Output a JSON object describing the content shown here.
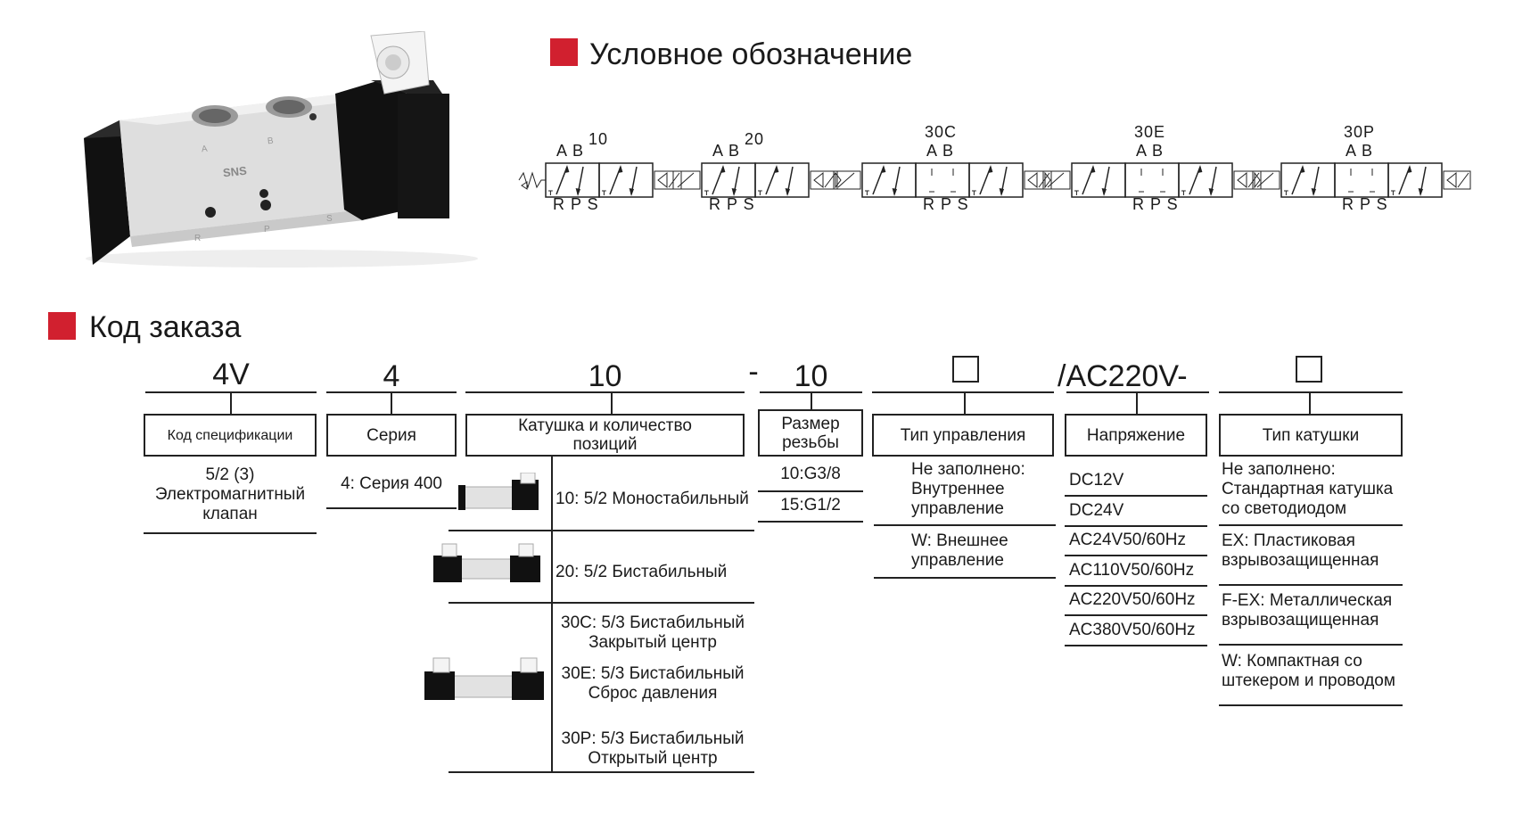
{
  "symbols_section": {
    "title": "Условное обозначение",
    "items": [
      {
        "code": "10",
        "ports_top": "A B",
        "ports_bottom": "R P S"
      },
      {
        "code": "20",
        "ports_top": "A B",
        "ports_bottom": "R P S"
      },
      {
        "code": "30C",
        "ports_top": "A B",
        "ports_bottom": "R P S"
      },
      {
        "code": "30E",
        "ports_top": "A B",
        "ports_bottom": "R P S"
      },
      {
        "code": "30P",
        "ports_top": "A B",
        "ports_bottom": "R P S"
      }
    ]
  },
  "product_photo": {
    "brand": "SNS",
    "port_labels": [
      "A",
      "B",
      "R",
      "P",
      "S"
    ]
  },
  "order_section": {
    "title": "Код заказа",
    "code_parts": [
      "4V",
      "4",
      "10",
      "-",
      "10",
      "/AC220V-"
    ],
    "columns": {
      "spec": {
        "header": "Код спецификации",
        "rows": [
          "5/2 (3)\nЭлектромагнитный\nклапан"
        ]
      },
      "series": {
        "header": "Серия",
        "rows": [
          "4: Серия 400"
        ]
      },
      "coil_positions": {
        "header": "Катушка и количество\nпозиций",
        "rows": [
          "10: 5/2 Моностабильный",
          "20: 5/2 Бистабильный",
          "30C: 5/3 Бистабильный\nЗакрытый центр",
          "30E: 5/3 Бистабильный\nСброс давления",
          "30P: 5/3 Бистабильный\nОткрытый центр"
        ]
      },
      "thread": {
        "header": "Размер\nрезьбы",
        "rows": [
          "10:G3/8",
          "15:G1/2"
        ]
      },
      "control": {
        "header": "Тип управления",
        "rows": [
          "Не заполнено:\nВнутреннее\nуправление",
          "W: Внешнее\nуправление"
        ]
      },
      "voltage": {
        "header": "Напряжение",
        "rows": [
          "DC12V",
          "DC24V",
          "AC24V50/60Hz",
          "AC110V50/60Hz",
          "AC220V50/60Hz",
          "AC380V50/60Hz"
        ]
      },
      "coil_type": {
        "header": "Тип катушки",
        "rows": [
          "Не заполнено:\nСтандартная катушка\nсо светодиодом",
          "EX: Пластиковая\nвзрывозащищенная",
          "F-EX: Металлическая\nвзрывозащищенная",
          "W: Компактная со\nштекером и проводом"
        ]
      }
    }
  },
  "colors": {
    "accent": "#d1202f",
    "line": "#222222",
    "valve_body": "#d9d9d9",
    "valve_black": "#111111"
  }
}
